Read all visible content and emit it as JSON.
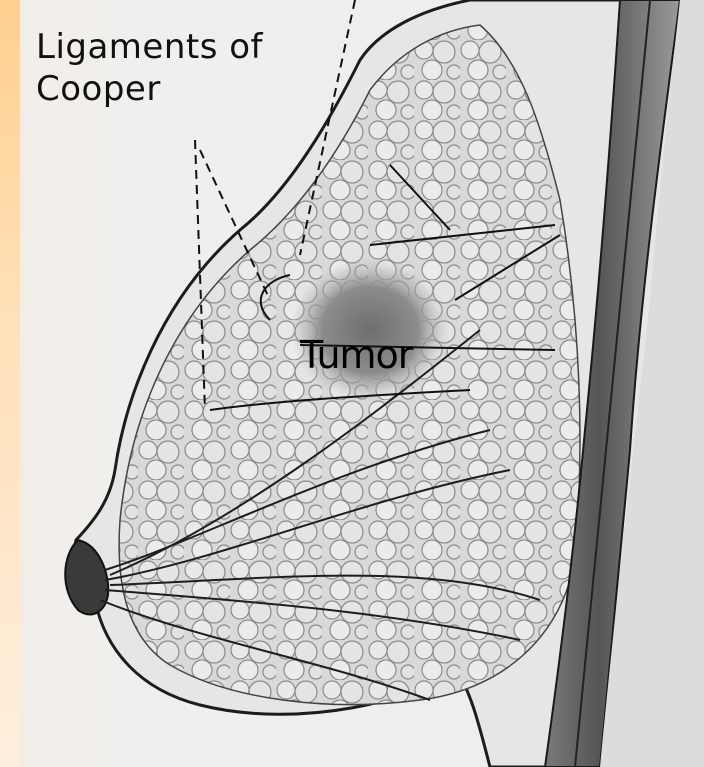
{
  "labels": {
    "ligaments_line1": "Ligaments of",
    "ligaments_line2": "Cooper",
    "tumor": "Tumor"
  }
}
